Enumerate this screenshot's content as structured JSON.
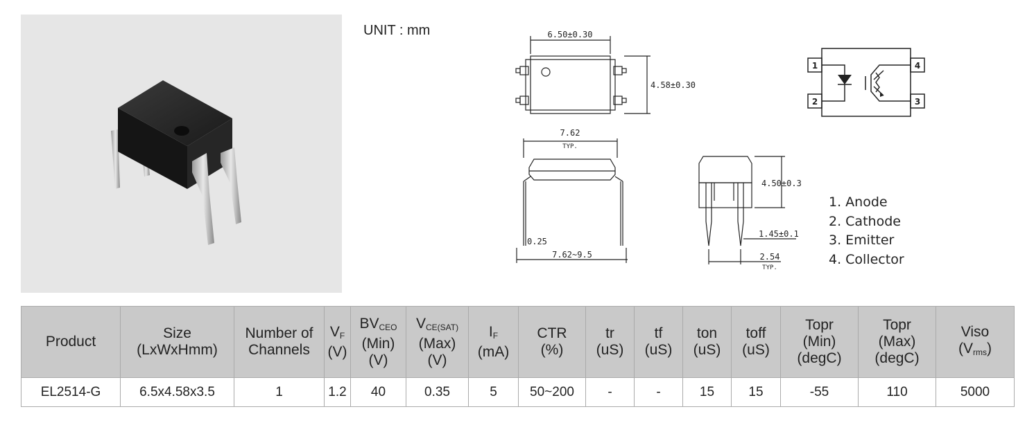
{
  "header": {
    "unit_label": "UNIT : mm"
  },
  "drawing": {
    "top_width": "6.50±0.30",
    "top_height": "4.58±0.30",
    "side_width": "7.62",
    "side_width_note": "TYP.",
    "lead_thickness": "0.25",
    "lead_span": "7.62~9.5",
    "end_height": "4.50±0.3",
    "lead_offset": "1.45±0.1",
    "pitch": "2.54",
    "pitch_note": "TYP."
  },
  "schematic": {
    "pin1": "1",
    "pin2": "2",
    "pin3": "3",
    "pin4": "4"
  },
  "pin_legend": [
    "1. Anode",
    "2. Cathode",
    "3. Emitter",
    "4. Collector"
  ],
  "table": {
    "headers": {
      "product": "Product",
      "size": "Size",
      "size_sub": "(LxWxHmm)",
      "channels_1": "Number of",
      "channels_2": "Channels",
      "vf": "V",
      "vf_sub": "F",
      "vf_unit": "(V)",
      "bv": "BV",
      "bv_sub": "CEO",
      "bv_2": "(Min)",
      "bv_3": "(V)",
      "vce": "V",
      "vce_sub": "CE(SAT)",
      "vce_2": "(Max)",
      "vce_3": "(V)",
      "if": "I",
      "if_sub": "F",
      "if_unit": "(mA)",
      "ctr": "CTR",
      "ctr_unit": "(%)",
      "tr": "tr",
      "tr_unit": "(uS)",
      "tf": "tf",
      "tf_unit": "(uS)",
      "ton": "ton",
      "ton_unit": "(uS)",
      "toff": "toff",
      "toff_unit": "(uS)",
      "topr_min": "Topr",
      "topr_min_2": "(Min)",
      "topr_min_3": "(degC)",
      "topr_max": "Topr",
      "topr_max_2": "(Max)",
      "topr_max_3": "(degC)",
      "viso": "Viso",
      "viso_unit_open": "(V",
      "viso_sub": "rms",
      "viso_unit_close": ")"
    },
    "row": {
      "product": "EL2514-G",
      "size": "6.5x4.58x3.5",
      "channels": "1",
      "vf": "1.2",
      "bv": "40",
      "vce": "0.35",
      "if": "5",
      "ctr": "50~200",
      "tr": "-",
      "tf": "-",
      "ton": "15",
      "toff": "15",
      "topr_min": "-55",
      "topr_max": "110",
      "viso": "5000"
    }
  }
}
